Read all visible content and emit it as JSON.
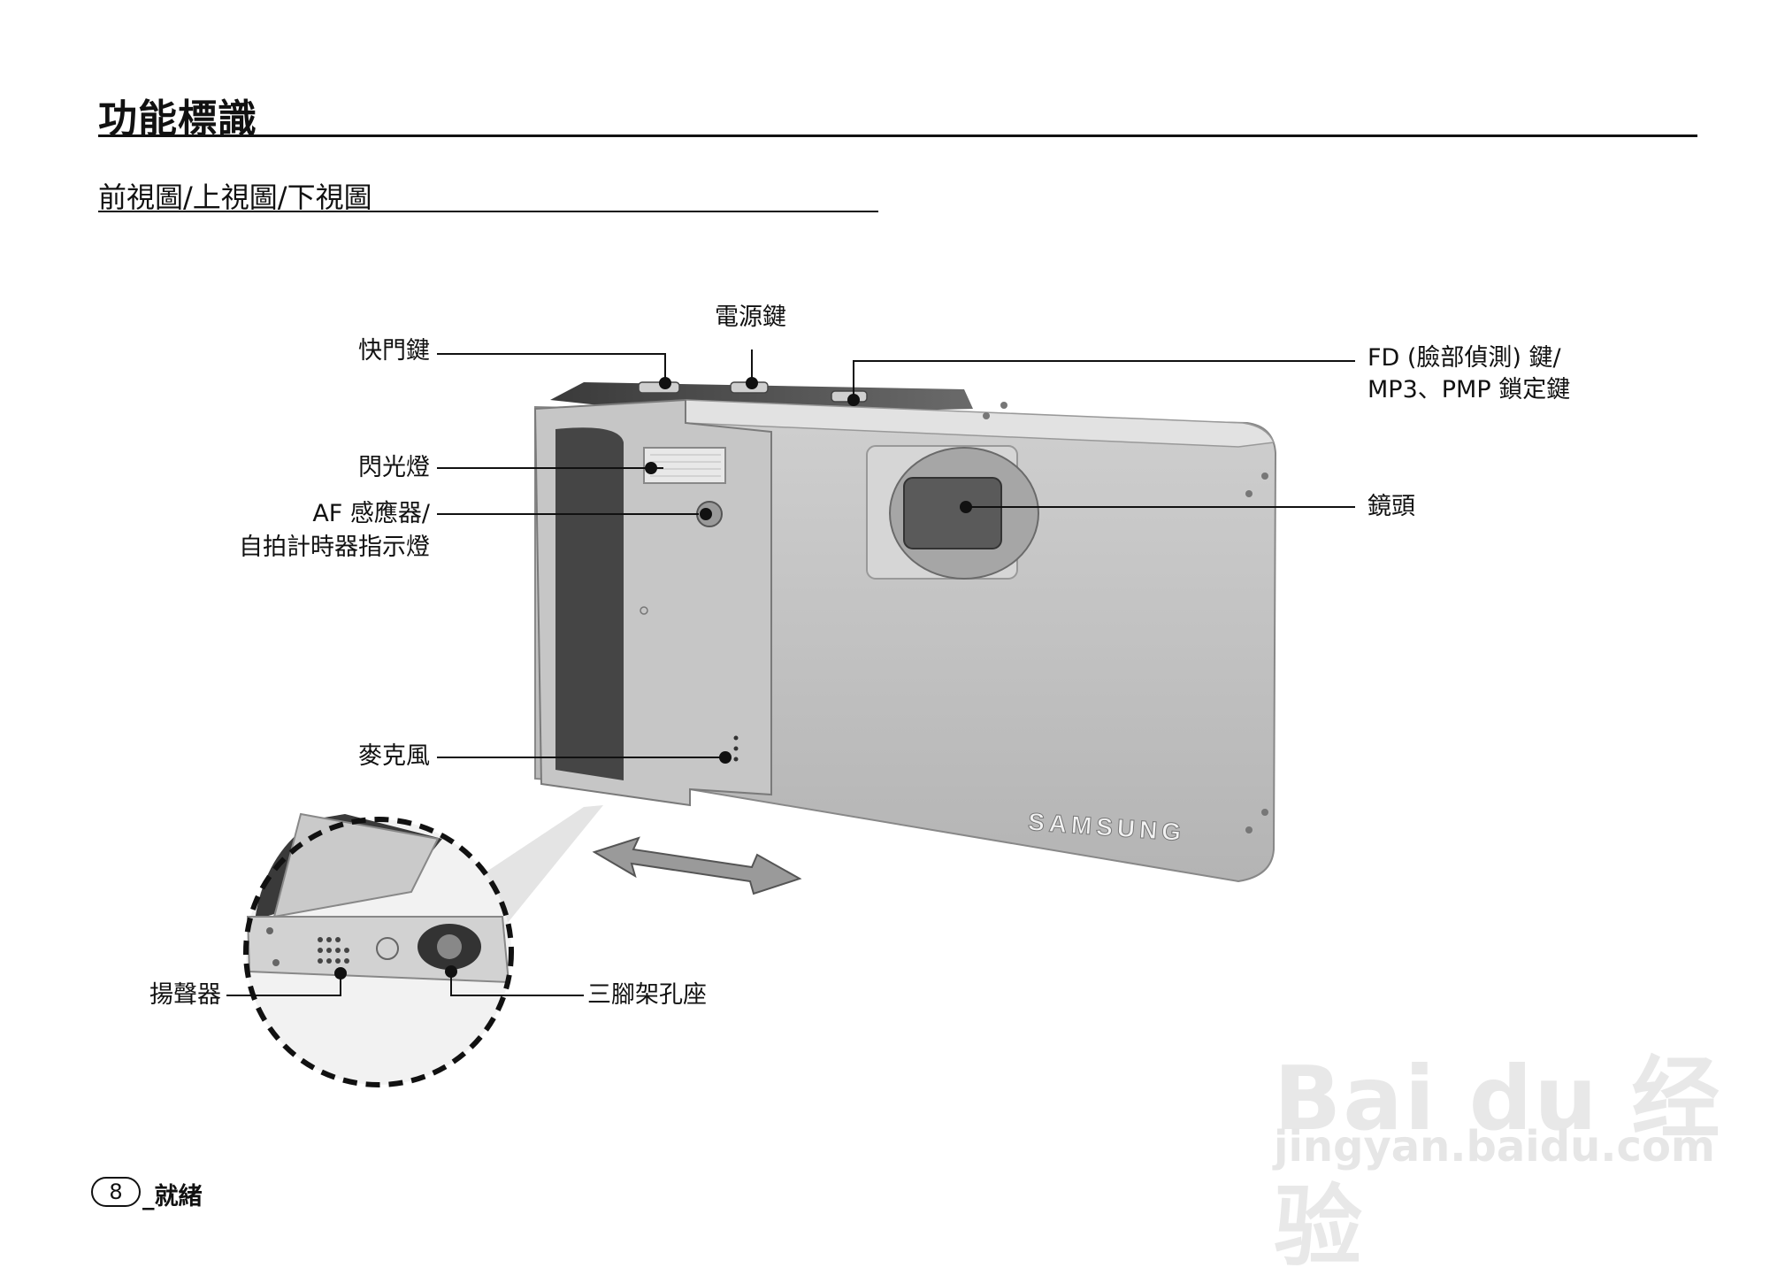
{
  "page": {
    "title": "功能標識",
    "section": "前視圖/上視圖/下視圖"
  },
  "labels": {
    "shutter": "快門鍵",
    "power": "電源鍵",
    "fd_line1": "FD (臉部偵測) 鍵/",
    "fd_line2": "MP3、PMP 鎖定鍵",
    "flash": "閃光燈",
    "af_line1": "AF 感應器/",
    "af_line2": "自拍計時器指示燈",
    "lens": "鏡頭",
    "mic": "麥克風",
    "speaker": "揚聲器",
    "tripod": "三腳架孔座"
  },
  "brand": "SAMSUNG",
  "footer": {
    "page_number": "8",
    "text": "_就緒"
  },
  "watermark": {
    "text": "Bai du 经验",
    "sub": "jingyan.baidu.com"
  }
}
